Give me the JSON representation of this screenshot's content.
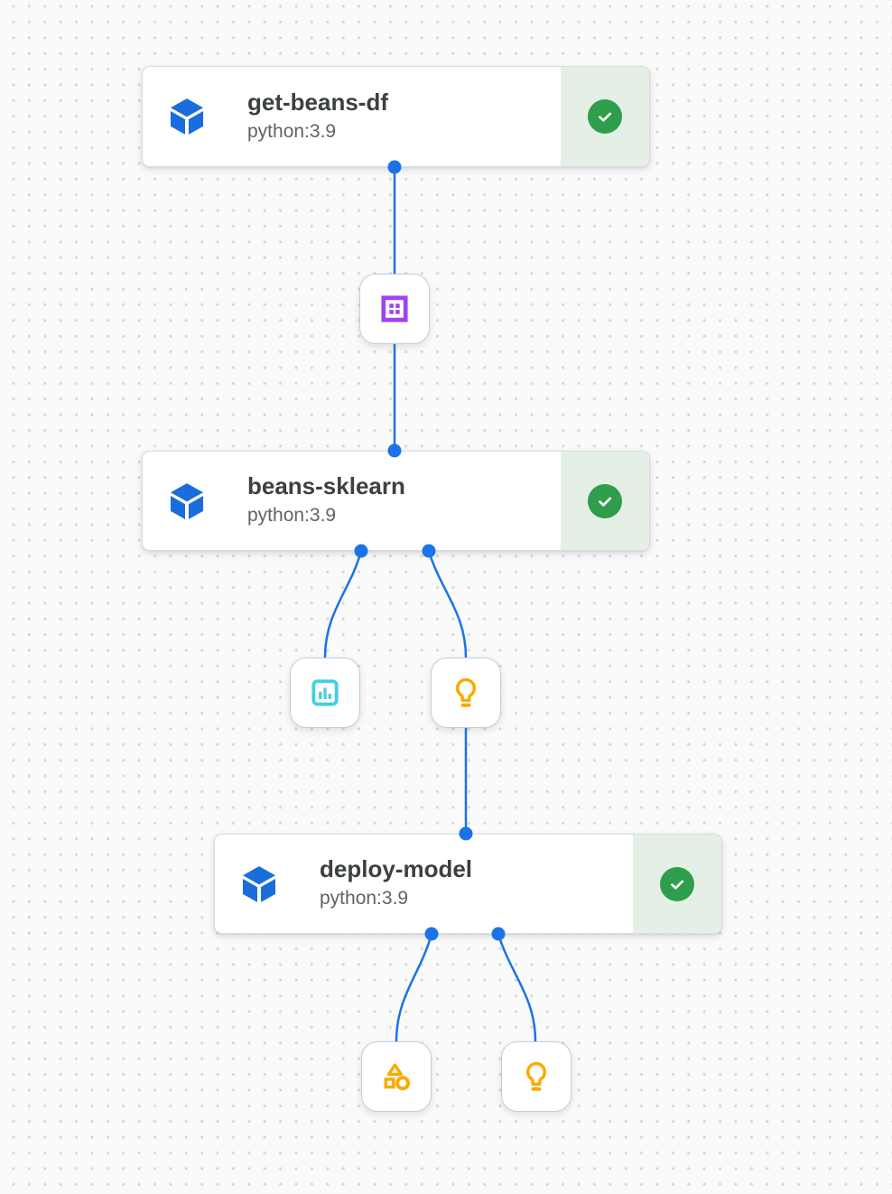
{
  "app": {
    "view": "pipeline-dag"
  },
  "colors": {
    "background": "#fafafa",
    "grid_dot": "#d4d6d8",
    "edge_blue": "#1a73e8",
    "component_blue": "#1a6ddc",
    "success_green": "#2f9e4c",
    "success_panel_green": "#e4f0e6",
    "dataset_purple": "#a142f4",
    "metrics_cyan": "#44cfe0",
    "model_amber": "#f9ab00",
    "title_text": "#3c4043",
    "subtitle_text": "#5f6368"
  },
  "nodes": [
    {
      "title": "get-beans-df",
      "subtitle": "python:3.9",
      "status": "succeeded"
    },
    {
      "title": "beans-sklearn",
      "subtitle": "python:3.9",
      "status": "succeeded"
    },
    {
      "title": "deploy-model",
      "subtitle": "python:3.9",
      "status": "succeeded"
    }
  ],
  "artifacts": [
    {
      "type": "dataset",
      "icon": "dataset-icon",
      "color": "#a142f4"
    },
    {
      "type": "metrics",
      "icon": "metrics-icon",
      "color": "#44cfe0"
    },
    {
      "type": "model",
      "icon": "lightbulb-icon",
      "color": "#f9ab00"
    },
    {
      "type": "artifact",
      "icon": "shapes-icon",
      "color": "#f9ab00"
    },
    {
      "type": "model",
      "icon": "lightbulb-icon",
      "color": "#f9ab00"
    }
  ],
  "edges": [
    {
      "from": "get-beans-df",
      "to": "dataset-artifact"
    },
    {
      "from": "dataset-artifact",
      "to": "beans-sklearn"
    },
    {
      "from": "beans-sklearn",
      "to": "metrics-artifact"
    },
    {
      "from": "beans-sklearn",
      "to": "model-artifact-1"
    },
    {
      "from": "model-artifact-1",
      "to": "deploy-model"
    },
    {
      "from": "deploy-model",
      "to": "generic-artifact"
    },
    {
      "from": "deploy-model",
      "to": "model-artifact-2"
    }
  ]
}
